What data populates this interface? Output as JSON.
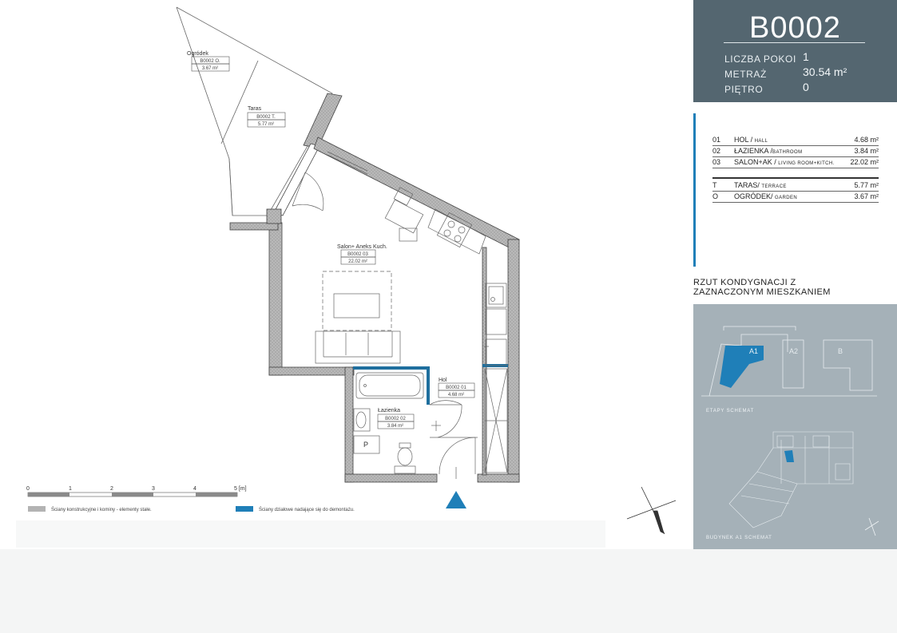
{
  "apartment": {
    "code": "B0002",
    "fields": [
      {
        "label": "LICZBA POKOI",
        "value": "1"
      },
      {
        "label": "METRAŻ",
        "value": "30.54 m²"
      },
      {
        "label": "PIĘTRO",
        "value": "0"
      }
    ]
  },
  "rooms": [
    {
      "num": "01",
      "name": "HOL",
      "name_en": "HALL",
      "sep": " / ",
      "area": "4.68 m²"
    },
    {
      "num": "02",
      "name": "ŁAZIENKA",
      "name_en": "BATHROOM",
      "sep": " /",
      "area": "3.84 m²"
    },
    {
      "num": "03",
      "name": "SALON+AK",
      "name_en": "LIVING ROOM+KITCH.",
      "sep": " / ",
      "area": "22.02 m²"
    }
  ],
  "outdoor": [
    {
      "num": "T",
      "name": "TARAS",
      "name_en": "TERRACE",
      "sep": "/ ",
      "area": "5.77 m²"
    },
    {
      "num": "O",
      "name": "OGRÓDEK",
      "name_en": "GARDEN",
      "sep": "/ ",
      "area": "3.67 m²"
    }
  ],
  "rzut_title_line1": "RZUT KONDYGNACJI Z",
  "rzut_title_line2": "ZAZNACZONYM MIESZKANIEM",
  "schema": {
    "etapy_caption": "ETAPY SCHEMAT",
    "budynek_caption": "BUDYNEK A1 SCHEMAT",
    "stages": [
      "A1",
      "A2",
      "B"
    ],
    "highlight_color": "#1f7fb8"
  },
  "plan_labels": {
    "garden": {
      "title": "Ogródek",
      "code": "B0002 O.",
      "area": "3.67 m²"
    },
    "terrace": {
      "title": "Taras",
      "code": "B0002 T.",
      "area": "5.77 m²"
    },
    "living": {
      "title": "Salon+ Aneks Kuch.",
      "code": "B0002 03",
      "area": "22.02 m²"
    },
    "hall": {
      "title": "Hol",
      "code": "B0002 01",
      "area": "4.68 m²"
    },
    "bath": {
      "title": "Łazienka",
      "code": "B0002 02",
      "area": "3.84 m²"
    },
    "p_label": "P"
  },
  "scale": {
    "ticks": [
      "0",
      "1",
      "2",
      "3",
      "4",
      "5 [m]"
    ]
  },
  "legend": {
    "structural": "Ściany konstrukcyjne i kominy - elementy stałe.",
    "removable": "Ściany działowe nadające się do demontażu.",
    "structural_color": "#b3b3b3",
    "removable_color": "#1f7fb8"
  }
}
